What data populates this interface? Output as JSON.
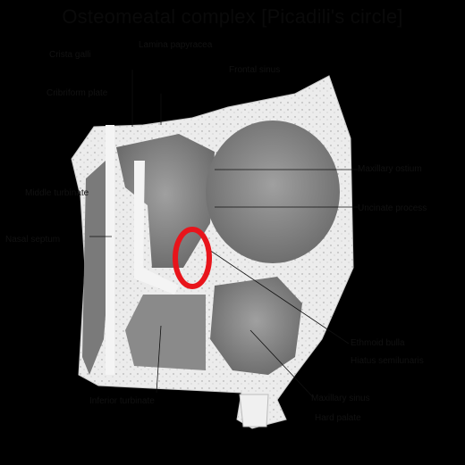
{
  "title": "Osteomeatal complex [Picadili's circle]",
  "labels": {
    "crista_galli": "Crista galli",
    "cribriform": "Cribriform plate",
    "lamina": "Lamina papyracea",
    "frontal": "Frontal sinus",
    "middle_turbinate": "Middle turbinate",
    "nasal_septum": "Nasal septum",
    "maxillary_ostium": "Maxillary ostium",
    "uncinate": "Uncinate process",
    "bulla": "Ethmoid bulla",
    "hiatus": "Hiatus semilunaris",
    "inferior_turbinate": "Inferior turbinate",
    "maxillary_sinus": "Maxillary sinus",
    "hard_palate": "Hard palate"
  },
  "highlight": {
    "shape": "ellipse",
    "color": "#e8141b"
  },
  "colors": {
    "background": "#000000",
    "bone": "#f0f0f0",
    "sinus": "#8c8c8c"
  }
}
